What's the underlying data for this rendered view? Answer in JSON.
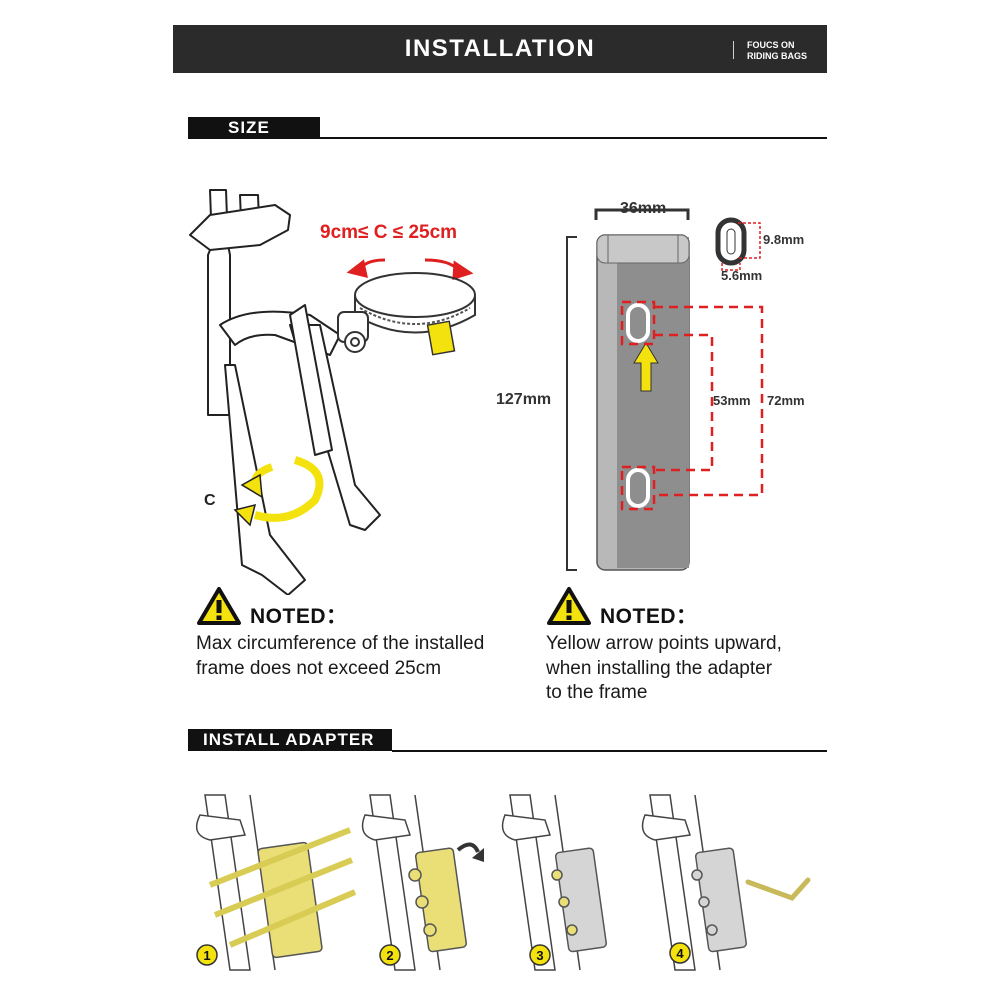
{
  "header": {
    "title": "INSTALLATION",
    "tagline_line1": "FOUCS ON",
    "tagline_line2": "RIDING BAGS"
  },
  "sections": {
    "size": "SIZE",
    "install_adapter": "INSTALL ADAPTER"
  },
  "size_diagram": {
    "circumference_range": "9cm≤ C ≤ 25cm",
    "circumference_symbol": "C",
    "width": "36mm",
    "height": "127mm",
    "hole_height": "9.8mm",
    "hole_width": "5.6mm",
    "hole_spacing_inner": "53mm",
    "hole_spacing_outer": "72mm"
  },
  "notes": [
    {
      "heading": "NOTED：",
      "line1": "Max circumference of the installed",
      "line2": "frame does not exceed 25cm"
    },
    {
      "heading": "NOTED：",
      "line1": "Yellow arrow points upward,",
      "line2": "when installing the adapter",
      "line3": "to the frame"
    }
  ],
  "steps": [
    "1",
    "2",
    "3",
    "4"
  ],
  "colors": {
    "accent_yellow": "#f4e20f",
    "dimension_red": "#e02020",
    "header_bg": "#2b2b2b",
    "adapter_gray": "#9a9a9a"
  },
  "icons": [
    "warning-icon",
    "rotate-arrow-icon",
    "up-arrow-icon",
    "curved-arrow-icon",
    "hex-key-icon"
  ]
}
